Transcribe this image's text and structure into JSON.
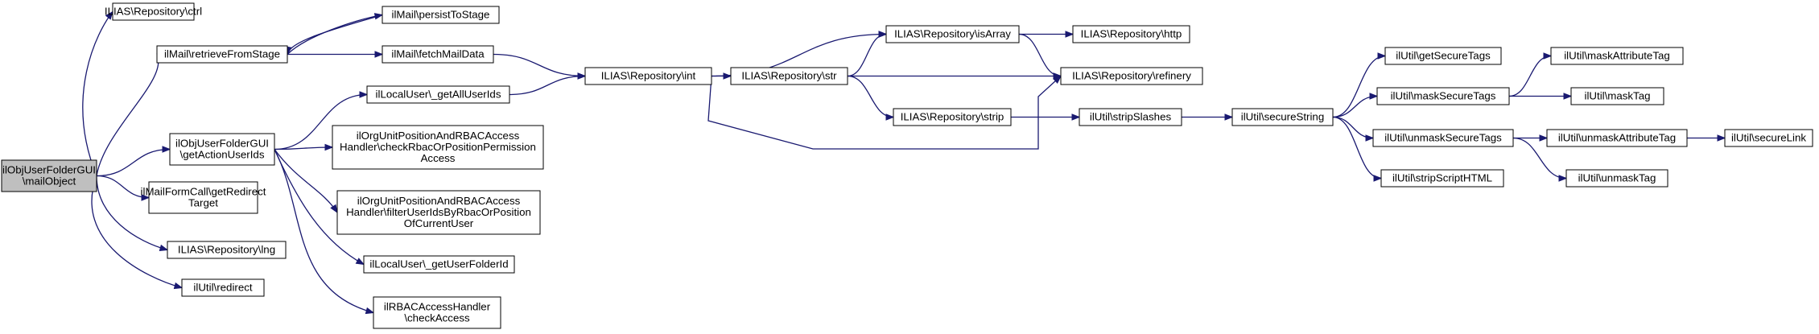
{
  "diagram": {
    "type": "call-graph",
    "edge_color": "#191970",
    "root_fill": "#bfbfbf",
    "node_fill": "#ffffff",
    "nodes": [
      {
        "id": "n0",
        "lines": [
          "ilObjUserFolderGUI",
          "\\mailObject"
        ],
        "root": true
      },
      {
        "id": "n1",
        "lines": [
          "ILIAS\\Repository\\ctrl"
        ]
      },
      {
        "id": "n2",
        "lines": [
          "ilMail\\retrieveFromStage"
        ]
      },
      {
        "id": "n3",
        "lines": [
          "ilMail\\persistToStage"
        ]
      },
      {
        "id": "n4",
        "lines": [
          "ilMail\\fetchMailData"
        ]
      },
      {
        "id": "n5",
        "lines": [
          "ILIAS\\Repository\\int"
        ]
      },
      {
        "id": "n6",
        "lines": [
          "ILIAS\\Repository\\isArray"
        ]
      },
      {
        "id": "n7",
        "lines": [
          "ILIAS\\Repository\\http"
        ]
      },
      {
        "id": "n8",
        "lines": [
          "ILIAS\\Repository\\refinery"
        ]
      },
      {
        "id": "n9",
        "lines": [
          "ILIAS\\Repository\\str"
        ]
      },
      {
        "id": "n10",
        "lines": [
          "ILIAS\\Repository\\strip"
        ]
      },
      {
        "id": "n11",
        "lines": [
          "ilUtil\\stripSlashes"
        ]
      },
      {
        "id": "n12",
        "lines": [
          "ilUtil\\secureString"
        ]
      },
      {
        "id": "n13",
        "lines": [
          "ilUtil\\getSecureTags"
        ]
      },
      {
        "id": "n14",
        "lines": [
          "ilUtil\\maskSecureTags"
        ]
      },
      {
        "id": "n15",
        "lines": [
          "ilUtil\\maskAttributeTag"
        ]
      },
      {
        "id": "n16",
        "lines": [
          "ilUtil\\maskTag"
        ]
      },
      {
        "id": "n17",
        "lines": [
          "ilUtil\\unmaskSecureTags"
        ]
      },
      {
        "id": "n18",
        "lines": [
          "ilUtil\\unmaskAttributeTag"
        ]
      },
      {
        "id": "n19",
        "lines": [
          "ilUtil\\secureLink"
        ]
      },
      {
        "id": "n20",
        "lines": [
          "ilUtil\\unmaskTag"
        ]
      },
      {
        "id": "n21",
        "lines": [
          "ilUtil\\stripScriptHTML"
        ]
      },
      {
        "id": "n22",
        "lines": [
          "ilObjUserFolderGUI",
          "\\getActionUserIds"
        ]
      },
      {
        "id": "n23",
        "lines": [
          "ilLocalUser\\_getAllUserIds"
        ]
      },
      {
        "id": "n24",
        "lines": [
          "ilOrgUnitPositionAndRBACAccess",
          "Handler\\checkRbacOrPositionPermission",
          "Access"
        ]
      },
      {
        "id": "n25",
        "lines": [
          "ilOrgUnitPositionAndRBACAccess",
          "Handler\\filterUserIdsByRbacOrPosition",
          "OfCurrentUser"
        ]
      },
      {
        "id": "n26",
        "lines": [
          "ilLocalUser\\_getUserFolderId"
        ]
      },
      {
        "id": "n27",
        "lines": [
          "ilRBACAccessHandler",
          "\\checkAccess"
        ]
      },
      {
        "id": "n28",
        "lines": [
          "ilMailFormCall\\getRedirect",
          "Target"
        ]
      },
      {
        "id": "n29",
        "lines": [
          "ILIAS\\Repository\\lng"
        ]
      },
      {
        "id": "n30",
        "lines": [
          "ilUtil\\redirect"
        ]
      }
    ],
    "edges": [
      [
        "n0",
        "n1"
      ],
      [
        "n0",
        "n2"
      ],
      [
        "n0",
        "n22"
      ],
      [
        "n0",
        "n28"
      ],
      [
        "n0",
        "n29"
      ],
      [
        "n0",
        "n30"
      ],
      [
        "n2",
        "n3"
      ],
      [
        "n3",
        "n2"
      ],
      [
        "n2",
        "n4"
      ],
      [
        "n4",
        "n5"
      ],
      [
        "n5",
        "n6"
      ],
      [
        "n5",
        "n9"
      ],
      [
        "n5",
        "n8"
      ],
      [
        "n6",
        "n7"
      ],
      [
        "n6",
        "n8"
      ],
      [
        "n9",
        "n6"
      ],
      [
        "n9",
        "n8"
      ],
      [
        "n9",
        "n10"
      ],
      [
        "n10",
        "n11"
      ],
      [
        "n11",
        "n12"
      ],
      [
        "n12",
        "n13"
      ],
      [
        "n12",
        "n14"
      ],
      [
        "n12",
        "n17"
      ],
      [
        "n12",
        "n21"
      ],
      [
        "n14",
        "n15"
      ],
      [
        "n14",
        "n16"
      ],
      [
        "n17",
        "n18"
      ],
      [
        "n17",
        "n20"
      ],
      [
        "n18",
        "n19"
      ],
      [
        "n22",
        "n23"
      ],
      [
        "n22",
        "n24"
      ],
      [
        "n22",
        "n25"
      ],
      [
        "n22",
        "n26"
      ],
      [
        "n22",
        "n27"
      ],
      [
        "n23",
        "n5"
      ]
    ]
  }
}
